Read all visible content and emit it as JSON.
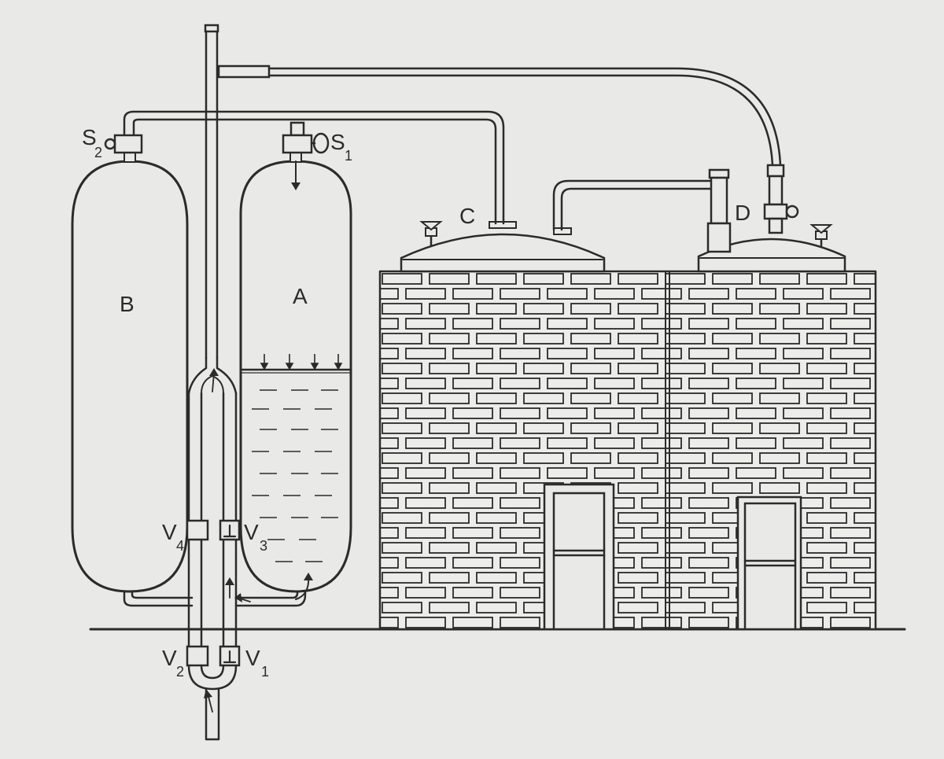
{
  "labels": {
    "tank_a": "A",
    "tank_b": "B",
    "tank_c": "C",
    "tank_d": "D",
    "stopcock_1": {
      "main": "S",
      "sub": "1"
    },
    "stopcock_2": {
      "main": "S",
      "sub": "2"
    },
    "valve_1": {
      "main": "V",
      "sub": "1"
    },
    "valve_2": {
      "main": "V",
      "sub": "2"
    },
    "valve_3": {
      "main": "V",
      "sub": "3"
    },
    "valve_4": {
      "main": "V",
      "sub": "4"
    }
  },
  "colors": {
    "paper": "#e9e9e7",
    "ink": "#2b2b2b",
    "brick_fill": "#ecece9"
  }
}
